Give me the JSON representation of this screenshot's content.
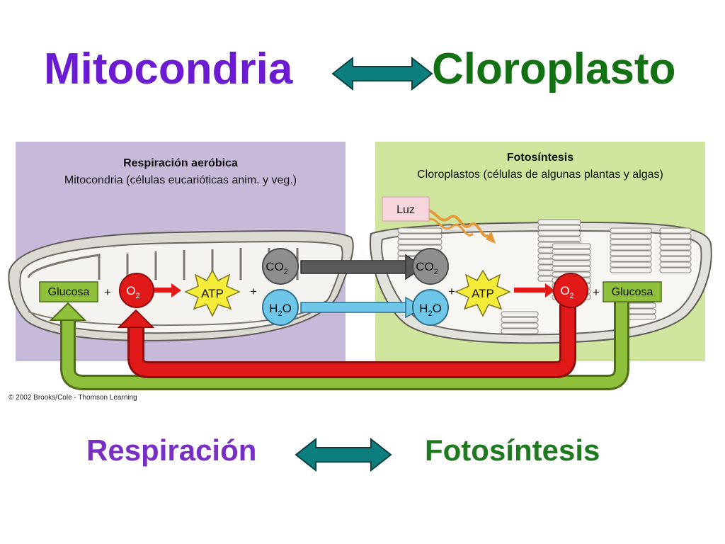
{
  "titles": {
    "top_left": "Mitocondria",
    "top_right": "Cloroplasto",
    "bottom_left": "Respiración",
    "bottom_right": "Fotosíntesis"
  },
  "left_panel": {
    "heading": "Respiración aeróbica",
    "subheading": "Mitocondria (células eucarióticas anim. y veg.)"
  },
  "right_panel": {
    "heading": "Fotosíntesis",
    "subheading": "Cloroplastos (células de algunas plantas y algas)"
  },
  "labels": {
    "glucose": "Glucosa",
    "oxygen": "O",
    "oxygen_sub": "2",
    "atp": "ATP",
    "co2": "CO",
    "co2_sub": "2",
    "water_h": "H",
    "water_sub": "2",
    "water_o": "O",
    "plus": "+",
    "light": "Luz"
  },
  "credit": "© 2002 Brooks/Cole - Thomson Learning",
  "colors": {
    "mito_title": "#6b1bd1",
    "cloro_title": "#127112",
    "resp_title": "#7a2fc4",
    "foto_title": "#1f7a1f",
    "left_panel_bg": "#c7b9da",
    "right_panel_bg": "#cfe49c",
    "double_arrow": "#0e7f7f",
    "oxygen_red": "#e11919",
    "glucose_green": "#8fc03c",
    "atp_yellow": "#f5ec3a",
    "molecule_grey": "#8e8e8e",
    "water_blue": "#6ec6e8"
  }
}
